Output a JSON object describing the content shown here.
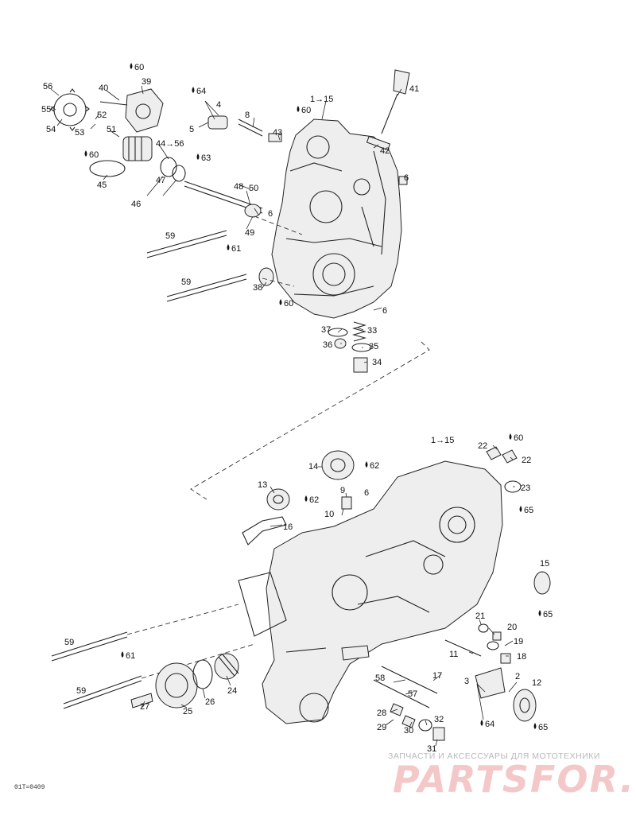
{
  "diagram_code": "01T=0409",
  "watermark": {
    "tagline": "ЗАПЧАСТИ И АКСЕССУАРЫ ДЛЯ МОТОТЕХНИКИ",
    "brand": "PARTSFOR.RU"
  },
  "callouts": [
    {
      "text": "60",
      "drop": true
    },
    {
      "text": "39"
    },
    {
      "text": "40"
    },
    {
      "text": "56"
    },
    {
      "text": "55"
    },
    {
      "text": "54"
    },
    {
      "text": "52"
    },
    {
      "text": "53"
    },
    {
      "text": "51"
    },
    {
      "text": "60",
      "drop": true
    },
    {
      "text": "45"
    },
    {
      "text": "44→56"
    },
    {
      "text": "63",
      "drop": true
    },
    {
      "text": "47"
    },
    {
      "text": "46"
    },
    {
      "text": "64",
      "drop": true
    },
    {
      "text": "4"
    },
    {
      "text": "5"
    },
    {
      "text": "8"
    },
    {
      "text": "1→15"
    },
    {
      "text": "60",
      "drop": true
    },
    {
      "text": "43"
    },
    {
      "text": "41"
    },
    {
      "text": "42"
    },
    {
      "text": "6"
    },
    {
      "text": "50"
    },
    {
      "text": "48"
    },
    {
      "text": "6"
    },
    {
      "text": "49"
    },
    {
      "text": "59"
    },
    {
      "text": "61",
      "drop": true
    },
    {
      "text": "59"
    },
    {
      "text": "38"
    },
    {
      "text": "60",
      "drop": true
    },
    {
      "text": "6"
    },
    {
      "text": "37"
    },
    {
      "text": "33"
    },
    {
      "text": "36"
    },
    {
      "text": "35"
    },
    {
      "text": "34"
    },
    {
      "text": "1→15"
    },
    {
      "text": "22"
    },
    {
      "text": "60",
      "drop": true
    },
    {
      "text": "22"
    },
    {
      "text": "14"
    },
    {
      "text": "62",
      "drop": true
    },
    {
      "text": "23"
    },
    {
      "text": "65",
      "drop": true
    },
    {
      "text": "13"
    },
    {
      "text": "9"
    },
    {
      "text": "6"
    },
    {
      "text": "62",
      "drop": true
    },
    {
      "text": "10"
    },
    {
      "text": "16"
    },
    {
      "text": "15"
    },
    {
      "text": "65",
      "drop": true
    },
    {
      "text": "21"
    },
    {
      "text": "20"
    },
    {
      "text": "19"
    },
    {
      "text": "18"
    },
    {
      "text": "11"
    },
    {
      "text": "59"
    },
    {
      "text": "61",
      "drop": true
    },
    {
      "text": "17"
    },
    {
      "text": "58"
    },
    {
      "text": "3"
    },
    {
      "text": "2"
    },
    {
      "text": "12"
    },
    {
      "text": "57"
    },
    {
      "text": "59"
    },
    {
      "text": "24"
    },
    {
      "text": "26"
    },
    {
      "text": "25"
    },
    {
      "text": "27"
    },
    {
      "text": "28"
    },
    {
      "text": "32"
    },
    {
      "text": "29"
    },
    {
      "text": "30"
    },
    {
      "text": "64",
      "drop": true
    },
    {
      "text": "65",
      "drop": true
    },
    {
      "text": "31"
    }
  ]
}
